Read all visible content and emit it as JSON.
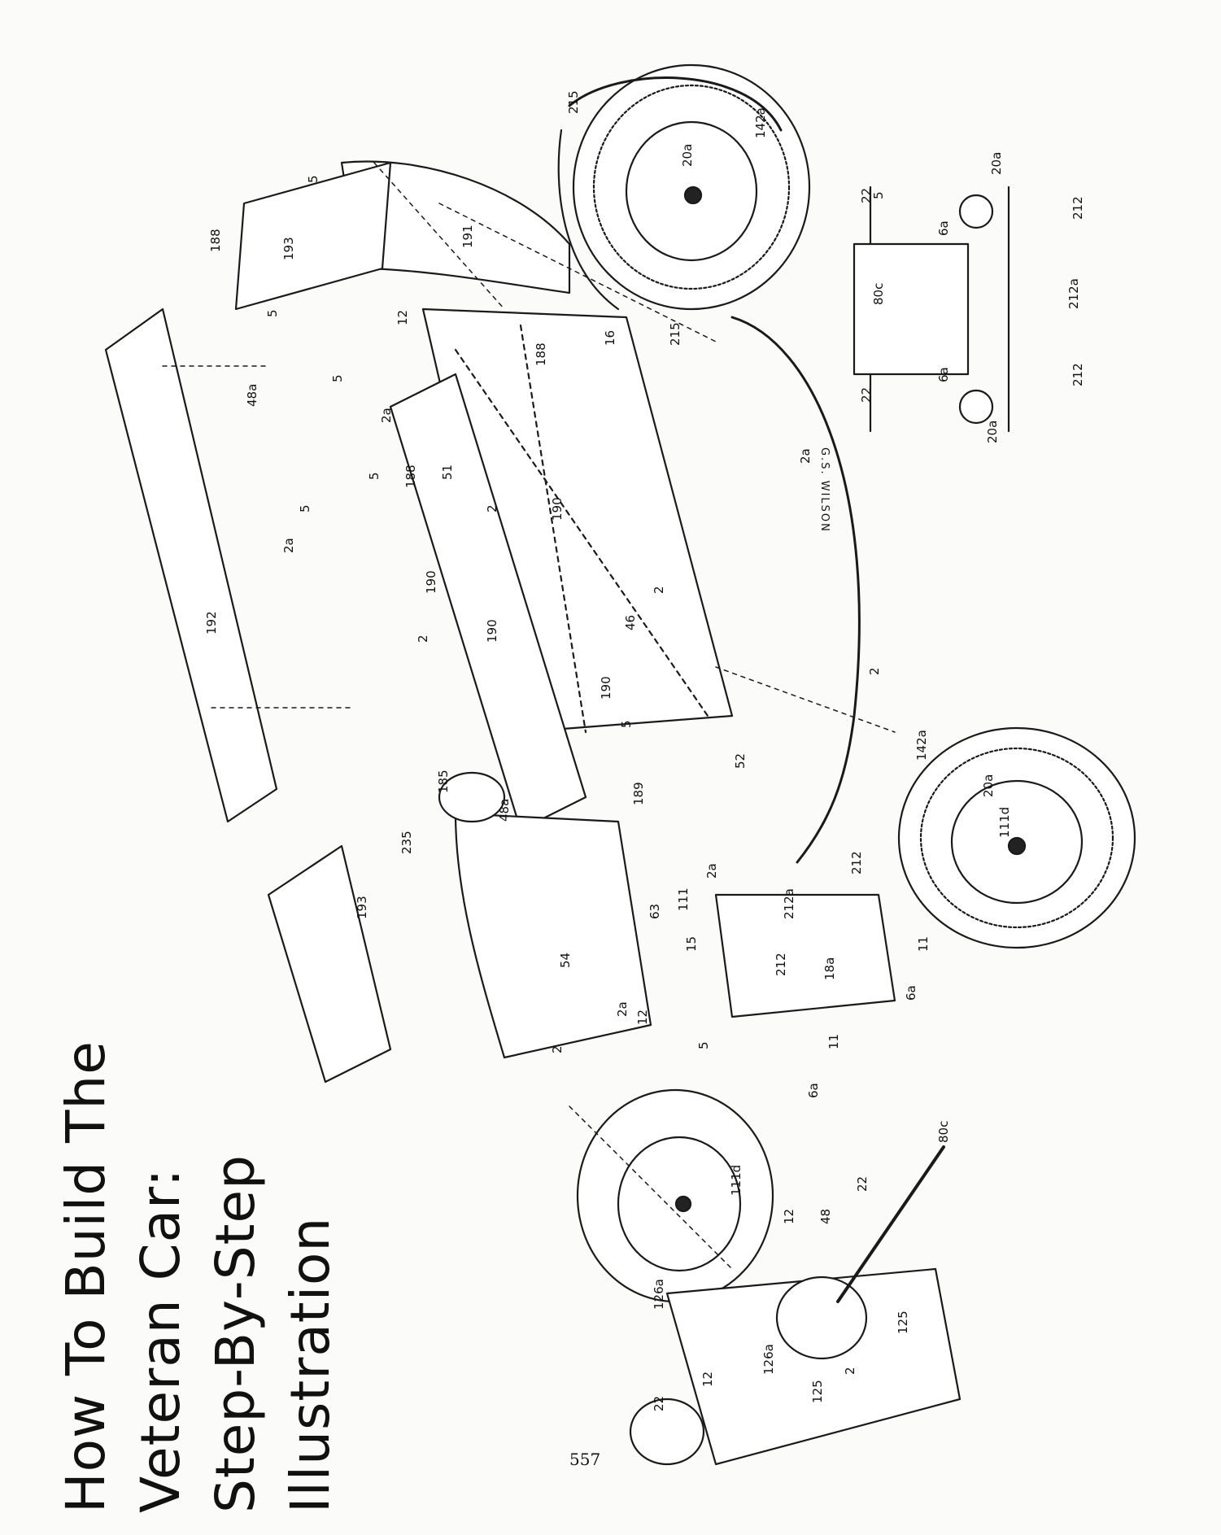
{
  "title": {
    "lines": [
      "How To Build The",
      "Veteran Car:",
      "Step-By-Step",
      "Illustration"
    ]
  },
  "page_number": "557",
  "signature": "G.S. WILSON",
  "part_labels": {
    "p215a": "215",
    "p215b": "215",
    "p142a_top": "142a",
    "p20a_top": "20a",
    "p188_top": "188",
    "p5_top": "5",
    "p193_top": "193",
    "p5_top2": "5",
    "p191": "191",
    "p12_a": "12",
    "p16": "16",
    "p188_mid": "188",
    "p48a": "48a",
    "p5_b": "5",
    "p2a_a": "2a",
    "p5_c": "5",
    "p188_c": "188",
    "p51": "51",
    "p2_a": "2",
    "p190_a": "190",
    "p2a_b": "2a",
    "p5_d": "5",
    "p2a_c": "2a",
    "p190_b": "190",
    "p2_b": "2",
    "p190_c": "190",
    "p46": "46",
    "p2_c": "2",
    "p192": "192",
    "p190_d": "190",
    "p5_e": "5",
    "p2_d": "2",
    "p185": "185",
    "p48a_b": "48a",
    "p189": "189",
    "p52": "52",
    "p235": "235",
    "p193_b": "193",
    "p142a_b": "142a",
    "p20a_b": "20a",
    "p111d_a": "111d",
    "p2a_d": "2a",
    "p63": "63",
    "p111": "111",
    "p15": "15",
    "p212": "212",
    "p212a": "212a",
    "p212_b": "212",
    "p18a": "18a",
    "p11_a": "11",
    "p11_b": "11",
    "p6a_a": "6a",
    "p54": "54",
    "p2a_e": "2a",
    "p12_b": "12",
    "p5_f": "5",
    "p2_e": "2",
    "p6a_b": "6a",
    "p111d_b": "111d",
    "p80c_a": "80c",
    "p22_a": "22",
    "p12_c": "12",
    "p48": "48",
    "p126a_a": "126a",
    "p126a_b": "126a",
    "p12_d": "12",
    "p22_b": "22",
    "p125_a": "125",
    "p125_b": "125",
    "p2_f": "2",
    "i22_a": "22",
    "i80c": "80c",
    "i22_b": "22",
    "i20a_a": "20a",
    "i6a_a": "6a",
    "i5": "5",
    "i6a_b": "6a",
    "i20a_b": "20a",
    "i212_a": "212",
    "i212a": "212a",
    "i212_b": "212"
  }
}
